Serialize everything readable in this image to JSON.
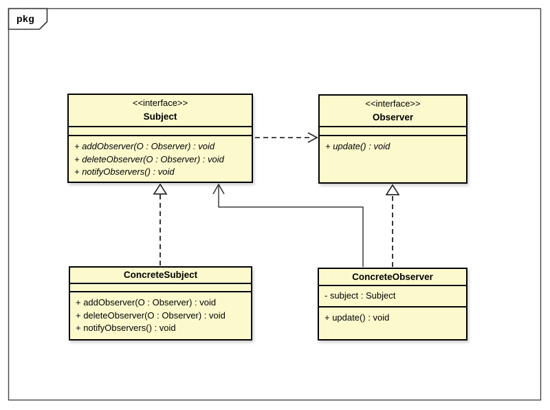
{
  "frame": {
    "tab_label": "pkg"
  },
  "colors": {
    "class_fill": "#FCFACD",
    "class_border": "#000000",
    "frame_border": "#444444",
    "connector": "#2b2b2b",
    "background": "#ffffff"
  },
  "classes": {
    "subject": {
      "stereotype": "<<interface>>",
      "name": "Subject",
      "attributes": [],
      "methods": [
        "+ addObserver(O : Observer) : void",
        "+ deleteObserver(O : Observer) : void",
        "+ notifyObservers() : void"
      ]
    },
    "observer": {
      "stereotype": "<<interface>>",
      "name": "Observer",
      "attributes": [],
      "methods": [
        "+ update() : void"
      ]
    },
    "concrete_subject": {
      "name": "ConcreteSubject",
      "attributes": [],
      "methods": [
        "+ addObserver(O : Observer) : void",
        "+ deleteObserver(O : Observer) : void",
        "+ notifyObservers() : void"
      ]
    },
    "concrete_observer": {
      "name": "ConcreteObserver",
      "attributes": [
        "- subject : Subject"
      ],
      "methods": [
        "+ update() : void"
      ]
    }
  },
  "relationships": [
    {
      "from": "Subject",
      "to": "Observer",
      "type": "dependency",
      "line": "dashed",
      "arrowhead": "open"
    },
    {
      "from": "ConcreteSubject",
      "to": "Subject",
      "type": "realization",
      "line": "dashed",
      "arrowhead": "hollow-triangle"
    },
    {
      "from": "ConcreteObserver",
      "to": "Observer",
      "type": "realization",
      "line": "dashed",
      "arrowhead": "hollow-triangle"
    },
    {
      "from": "ConcreteObserver",
      "to": "Subject",
      "type": "association",
      "line": "solid",
      "arrowhead": "open"
    }
  ]
}
